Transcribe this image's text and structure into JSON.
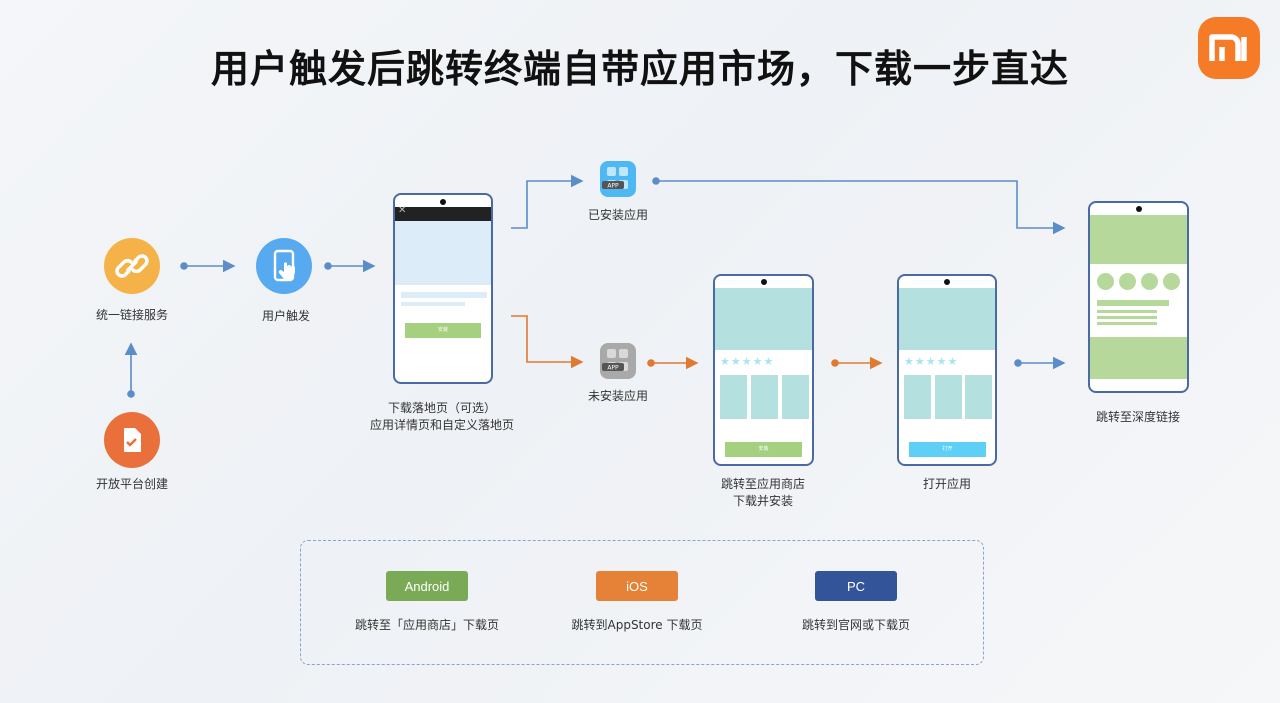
{
  "title": "用户触发后跳转终端自带应用市场，下载一步直达",
  "logo_text": "mi",
  "colors": {
    "brand_orange": "#f57b26",
    "arrow_blue": "#5b8dc9",
    "arrow_orange": "#e07a30",
    "android_green": "#7aaa56",
    "ios_orange": "#e58237",
    "pc_blue": "#34549a"
  },
  "nodes": {
    "link_service": {
      "label": "统一链接服务",
      "icon": "link-icon"
    },
    "platform_create": {
      "label": "开放平台创建",
      "icon": "document-check-icon"
    },
    "user_trigger": {
      "label": "用户触发",
      "icon": "phone-tap-icon"
    },
    "landing_page": {
      "label_line1": "下载落地页（可选）",
      "label_line2": "应用详情页和自定义落地页",
      "button_text": "安装"
    },
    "installed": {
      "label": "已安装应用",
      "icon_text": "APP"
    },
    "not_installed": {
      "label": "未安装应用",
      "icon_text": "APP"
    },
    "store_page": {
      "label_line1": "跳转至应用商店",
      "label_line2": "下载并安装",
      "button_text": "安装",
      "stars": "★★★★★"
    },
    "open_app": {
      "label": "打开应用",
      "button_text": "打开",
      "stars": "★★★★★"
    },
    "deep_link": {
      "label": "跳转至深度链接"
    }
  },
  "legend": [
    {
      "badge": "Android",
      "desc": "跳转至「应用商店」下载页"
    },
    {
      "badge": "iOS",
      "desc": "跳转到AppStore 下载页"
    },
    {
      "badge": "PC",
      "desc": "跳转到官网或下载页"
    }
  ]
}
